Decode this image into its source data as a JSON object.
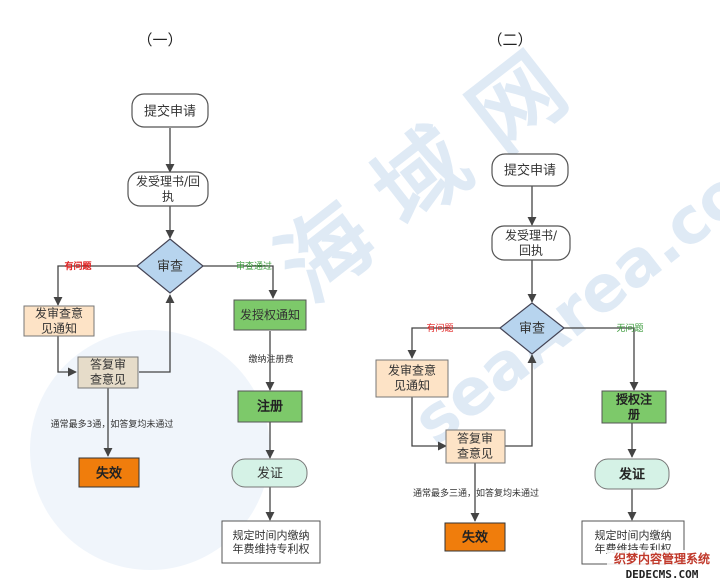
{
  "watermark": {
    "text_cn": "海 域 网",
    "text_en": "seaArea.com"
  },
  "footer": {
    "text_cn": "织梦内容管理系统",
    "text_en": "DEDECMS.COM"
  },
  "colors": {
    "stroke": "#444444",
    "red": "#e02020",
    "green": "#3a9a3a"
  },
  "diagrams": [
    {
      "title": "（一）",
      "nodes": [
        {
          "id": "d1_submit",
          "text": "提交申请",
          "kind": "rounded"
        },
        {
          "id": "d1_receipt",
          "text": "发受理书/回\n执",
          "kind": "rounded"
        },
        {
          "id": "d1_review",
          "text": "审查",
          "kind": "diamond"
        },
        {
          "id": "d1_notice",
          "text": "发审查意\n见通知",
          "kind": "peach"
        },
        {
          "id": "d1_reply",
          "text": "答复审\n查意见",
          "kind": "tan"
        },
        {
          "id": "d1_fail",
          "text": "失效",
          "kind": "orange"
        },
        {
          "id": "d1_grant_notice",
          "text": "发授权通知",
          "kind": "green"
        },
        {
          "id": "d1_register",
          "text": "注册",
          "kind": "green"
        },
        {
          "id": "d1_cert",
          "text": "发证",
          "kind": "mint"
        },
        {
          "id": "d1_fee",
          "text": "规定时间内缴纳\n年费维持专利权",
          "kind": "plain"
        }
      ],
      "labels": {
        "problem": "有问题",
        "passed": "审查通过",
        "fee": "缴纳注册费",
        "note": "通常最多3通，如答复均未通过"
      }
    },
    {
      "title": "（二）",
      "nodes": [
        {
          "id": "d2_submit",
          "text": "提交申请",
          "kind": "rounded"
        },
        {
          "id": "d2_receipt",
          "text": "发受理书/\n回执",
          "kind": "rounded"
        },
        {
          "id": "d2_review",
          "text": "审查",
          "kind": "diamond"
        },
        {
          "id": "d2_notice",
          "text": "发审查意\n见通知",
          "kind": "peach"
        },
        {
          "id": "d2_reply",
          "text": "答复审\n查意见",
          "kind": "peach"
        },
        {
          "id": "d2_fail",
          "text": "失效",
          "kind": "orange"
        },
        {
          "id": "d2_grant",
          "text": "授权注\n册",
          "kind": "green"
        },
        {
          "id": "d2_cert",
          "text": "发证",
          "kind": "mint"
        },
        {
          "id": "d2_fee",
          "text": "规定时间内缴纳\n年费维持专利权",
          "kind": "plain"
        }
      ],
      "labels": {
        "problem": "有问题",
        "no_problem": "无问题",
        "note": "通常最多三通，如答复均未通过"
      }
    }
  ]
}
